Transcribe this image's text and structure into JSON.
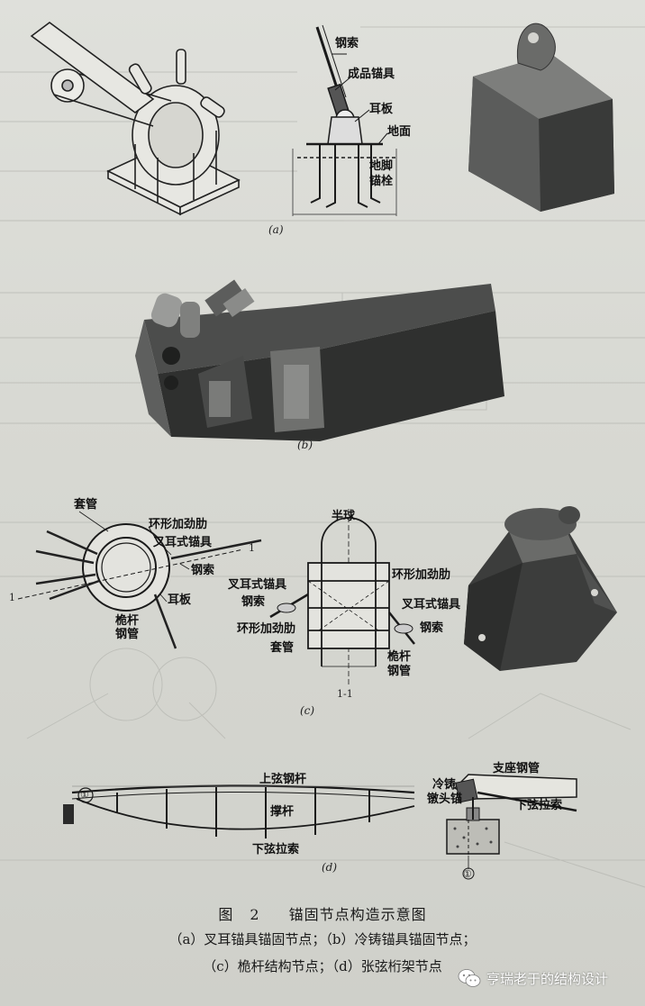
{
  "panel_a": {
    "tag": "(a)",
    "labels": {
      "cable": "钢索",
      "anchor": "成品锚具",
      "ear_plate": "耳板",
      "ground": "地面",
      "anchor_bolt_1": "地脚",
      "anchor_bolt_2": "锚栓"
    }
  },
  "panel_b": {
    "tag": "(b)"
  },
  "panel_c": {
    "tag": "(c)",
    "section_tag": "1-1",
    "section_mark_left": "1",
    "section_mark_right": "1",
    "left_labels": {
      "sleeve": "套管",
      "ring_rib": "环形加劲肋",
      "fork_anchor": "叉耳式锚具",
      "cable": "钢索",
      "ear_plate": "耳板",
      "mast_1": "桅杆",
      "mast_2": "钢管"
    },
    "right_labels": {
      "hemisphere": "半球",
      "ring_rib_top": "环形加劲肋",
      "fork_anchor_left": "叉耳式锚具",
      "cable_left": "钢索",
      "ring_rib_bottom": "环形加劲肋",
      "sleeve": "套管",
      "fork_anchor_right": "叉耳式锚具",
      "cable_right": "钢索",
      "mast_1": "桅杆",
      "mast_2": "钢管"
    }
  },
  "panel_d": {
    "tag": "(d)",
    "labels": {
      "upper_chord": "上弦钢杆",
      "strut": "撑杆",
      "lower_cable": "下弦拉索",
      "support_pipe": "支座钢管",
      "cold_cast_1": "冷铸",
      "cold_cast_2": "镦头锚",
      "lower_cable_right": "下弦拉索",
      "circle_mark_left": "①",
      "circle_mark_right": "①"
    }
  },
  "caption": {
    "fig": "图",
    "num": "2",
    "title": "锚固节点构造示意图",
    "line1": "（a）叉耳锚具锚固节点；（b）冷铸锚具锚固节点；",
    "line2": "（c）桅杆结构节点；（d）张弦桁架节点"
  },
  "watermark": {
    "text": "亨瑞老于的结构设计"
  },
  "colors": {
    "paper": "#d9dad5",
    "ink": "#1c1c1c",
    "steel_dark": "#3a3b3a",
    "steel_mid": "#6b6c6a"
  }
}
